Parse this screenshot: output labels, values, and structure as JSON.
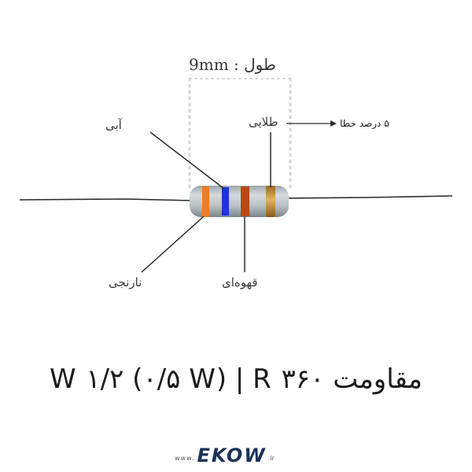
{
  "length_label": "9mm : طول",
  "labels": {
    "blue": "آبی",
    "gold": "طلایی",
    "tolerance": "۵ درصد خطا",
    "orange": "نارنجی",
    "brown": "قهوه‌ای"
  },
  "title": "مقاومت  W ۱/۲ (۰/۵ W) | R ۳۶۰",
  "logo": {
    "prefix": "www.",
    "name": "EKOW",
    "suffix": ".ir"
  },
  "colors": {
    "band_orange": "#f47a20",
    "band_blue": "#1f33e0",
    "band_brown": "#b84a14",
    "band_gold": "#c9902a",
    "body": "#b7bec3",
    "wire": "#2b2b2b",
    "logo": "#1b3358"
  },
  "icons": {
    "tolerance_arrow": "arrow-right-icon"
  }
}
